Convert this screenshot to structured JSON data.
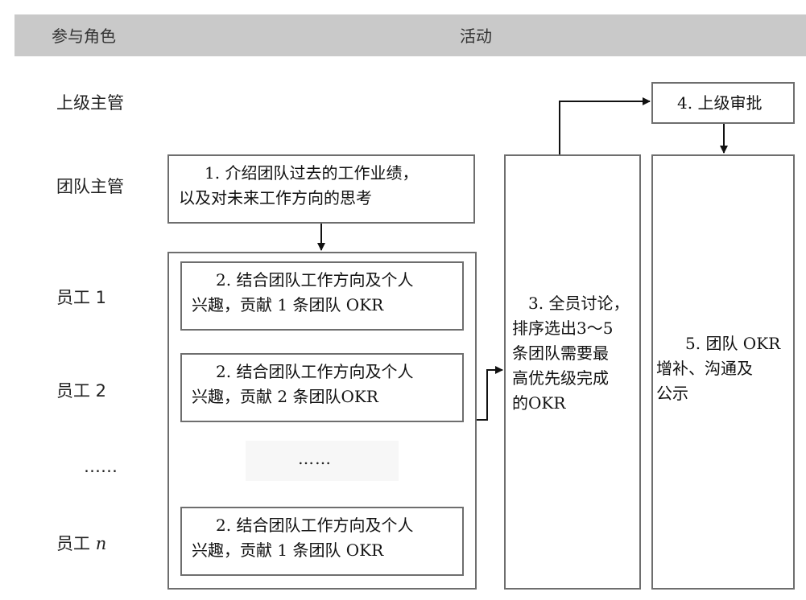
{
  "header": {
    "role_label": "参与角色",
    "activity_label": "活动"
  },
  "roles": [
    {
      "name": "上级主管"
    },
    {
      "name": "团队主管"
    },
    {
      "name": "员工 1"
    },
    {
      "name": "员工 2"
    },
    {
      "name": "……"
    },
    {
      "name_prefix": "员工 ",
      "name_var": "n"
    }
  ],
  "steps": {
    "step1": {
      "line1": "1. 介绍团队过去的工作业绩，",
      "line2": "以及对未来工作方向的思考"
    },
    "step2_a": {
      "line1": "2. 结合团队工作方向及个人",
      "line2": "兴趣，贡献 1 条团队 OKR"
    },
    "step2_b": {
      "line1": "2. 结合团队工作方向及个人",
      "line2": "兴趣，贡献 2 条团队OKR"
    },
    "step2_ellipsis": "……",
    "step2_n": {
      "line1": "2. 结合团队工作方向及个人",
      "line2": "兴趣，贡献 1 条团队 OKR"
    },
    "step3": {
      "line1": "3. 全员讨论，",
      "line2": "排序选出3～5",
      "line3": "条团队需要最",
      "line4": "高优先级完成",
      "line5": "的OKR"
    },
    "step4": {
      "label": "4. 上级审批"
    },
    "step5": {
      "line1": "5. 团队 OKR",
      "line2": "增补、沟通及",
      "line3": "公示"
    }
  }
}
